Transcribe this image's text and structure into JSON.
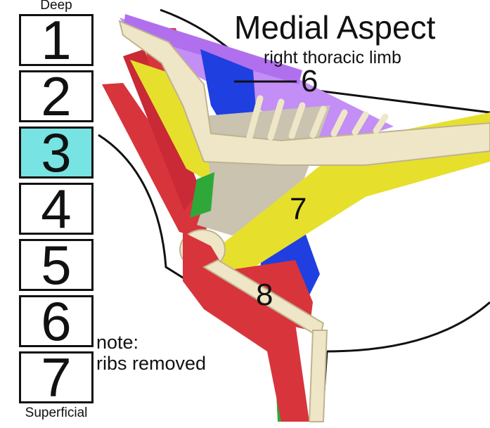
{
  "header": {
    "title": "Medial Aspect",
    "subtitle": "right thoracic limb"
  },
  "layer_panel": {
    "top_label": "Deep",
    "bottom_label": "Superficial",
    "buttons": [
      "1",
      "2",
      "3",
      "4",
      "5",
      "6",
      "7"
    ],
    "active": "3"
  },
  "note": {
    "line1": "note:",
    "line2": "ribs removed"
  },
  "muscle_labels": {
    "label_6": "6",
    "label_7": "7",
    "label_8": "8"
  },
  "colors": {
    "active_button": "#78e3e3",
    "muscle_red": "#d8343c",
    "muscle_yellow": "#e6e02c",
    "muscle_blue": "#1f3fe0",
    "muscle_purple": "#c38ef5",
    "muscle_green": "#2fa83a",
    "bone": "#efe6c8",
    "scapula": "#c9c3b0"
  }
}
